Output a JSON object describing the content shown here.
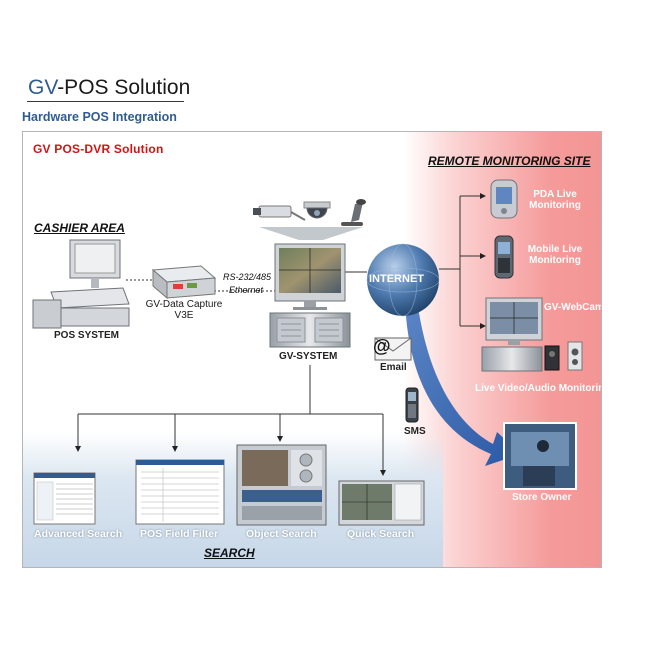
{
  "header": {
    "title_prefix": "GV",
    "title_rest": "-POS Solution",
    "subtitle": "Hardware POS Integration"
  },
  "diagram": {
    "solution_title": "GV POS-DVR Solution",
    "remote_site": {
      "heading": "REMOTE MONITORING SITE",
      "pda": [
        "PDA Live",
        "Monitoring"
      ],
      "mobile": [
        "Mobile Live",
        "Monitoring"
      ],
      "webcam": "GV-WebCam",
      "live_av": "Live Video/Audio Monitoring",
      "store_owner": "Store Owner"
    },
    "cashier": {
      "heading": "CASHIER AREA",
      "pos_system": "POS SYSTEM",
      "capture": [
        "GV-Data Capture",
        "V3E"
      ],
      "link_top": "RS-232/485",
      "link_bottom": "Ethernet"
    },
    "center": {
      "gv_system": "GV-SYSTEM",
      "internet": "INTERNET",
      "email": "Email",
      "sms": "SMS"
    },
    "search": {
      "heading": "SEARCH",
      "items": [
        "Advanced Search",
        "POS Field Filter",
        "Object Search",
        "Quick Search"
      ]
    }
  },
  "colors": {
    "title_blue": "#2f5c92",
    "solution_red": "#d21414",
    "remote_pink": "#f49595",
    "search_blue": "#c7d7e8",
    "internet_globe": "#3f6a9c"
  }
}
